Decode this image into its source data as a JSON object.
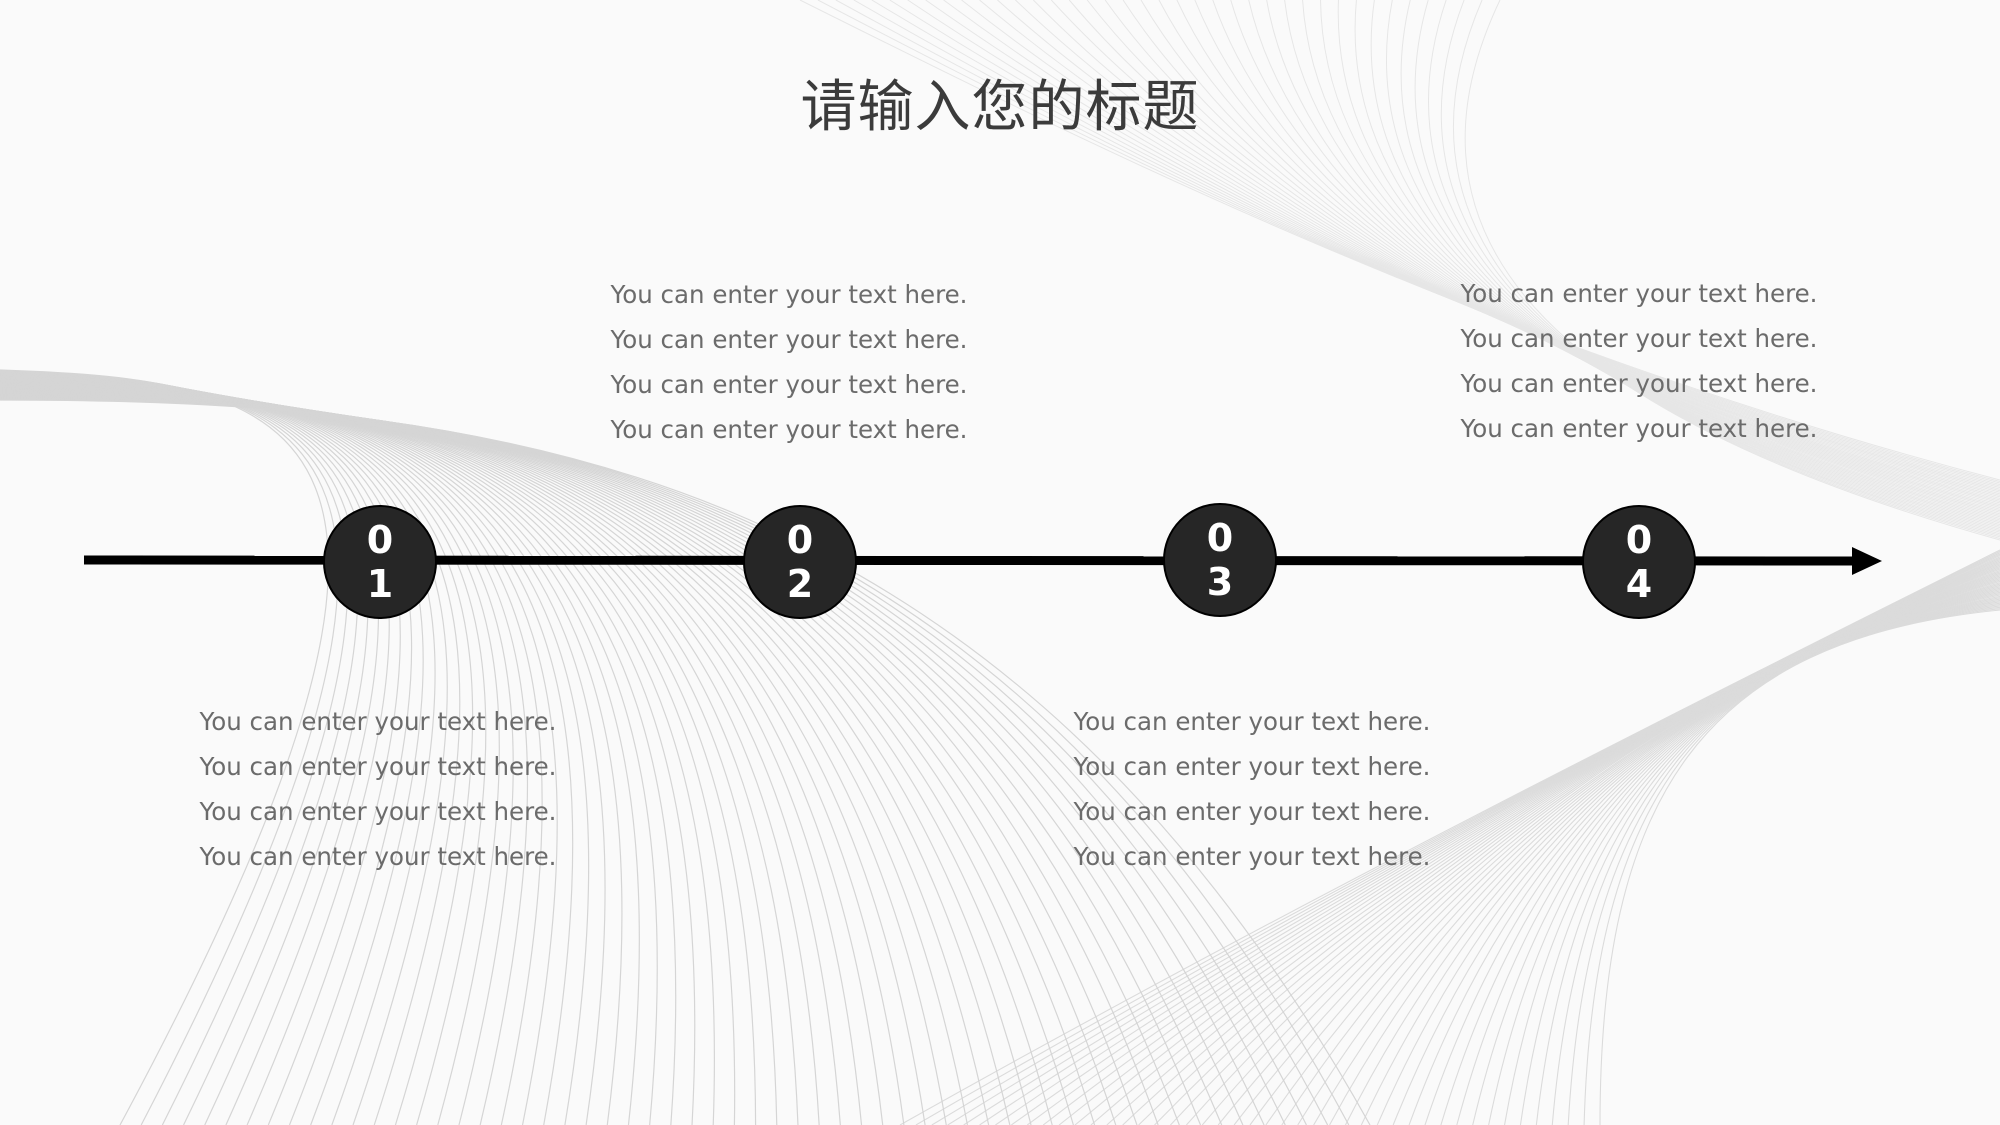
{
  "title": "请输入您的标题",
  "colors": {
    "background": "#fafafa",
    "title": "#3b3b3b",
    "body_text": "#6b6b6b",
    "node_fill": "#262626",
    "line": "#000000"
  },
  "timeline": {
    "nodes": [
      {
        "digit1": "0",
        "digit2": "1",
        "text_position": "below",
        "lines": [
          "You can enter your text here.",
          "You can enter your text here.",
          "You can enter your text here.",
          "You can enter your text here."
        ]
      },
      {
        "digit1": "0",
        "digit2": "2",
        "text_position": "above",
        "lines": [
          "You can enter your text here.",
          "You can enter your text here.",
          "You can enter your text here.",
          "You can enter your text here."
        ]
      },
      {
        "digit1": "0",
        "digit2": "3",
        "text_position": "below",
        "lines": [
          "You can enter your text here.",
          "You can enter your text here.",
          "You can enter your text here.",
          "You can enter your text here."
        ]
      },
      {
        "digit1": "0",
        "digit2": "4",
        "text_position": "above",
        "lines": [
          "You can enter your text here.",
          "You can enter your text here.",
          "You can enter your text here.",
          "You can enter your text here."
        ]
      }
    ]
  }
}
